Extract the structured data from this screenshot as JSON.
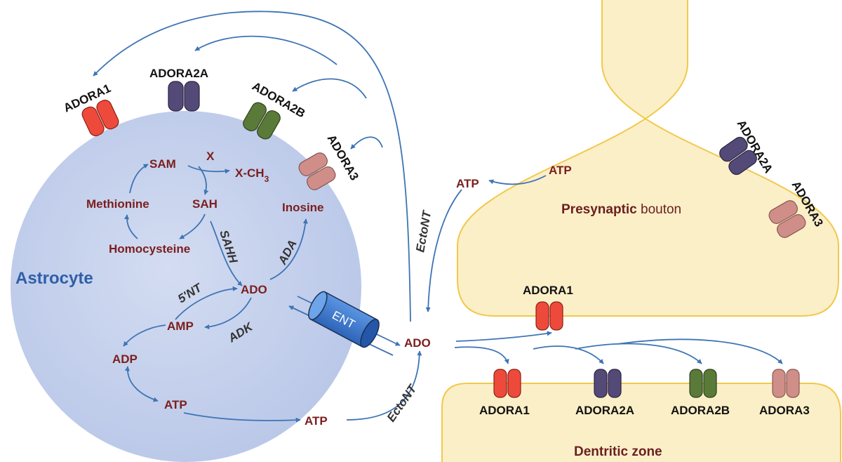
{
  "colors": {
    "astrocyte_fill": "#c5d1ec",
    "neuron_fill": "#fbefc8",
    "neuron_stroke": "#f1c94b",
    "arrow": "#3d74b5",
    "metabolite_text": "#7b1e1e",
    "astrocyte_label": "#2f5fa8",
    "adora1": "#ee4a3b",
    "adora2a": "#544a78",
    "adora2b": "#5a7a3a",
    "adora3": "#d08e88",
    "ent": "#3a78cf"
  },
  "labels": {
    "astrocyte": "Astrocyte",
    "presynaptic_strong": "Presynaptic",
    "presynaptic_rest": " bouton",
    "dendritic": "Dentritic zone"
  },
  "metabolites": {
    "sam": "SAM",
    "x": "X",
    "xch3_base": "X-CH",
    "xch3_sub": "3",
    "sah": "SAH",
    "methionine": "Methionine",
    "homocysteine": "Homocysteine",
    "inosine": "Inosine",
    "ado_astro": "ADO",
    "amp": "AMP",
    "adp": "ADP",
    "atp_astro": "ATP",
    "atp_extra": "ATP",
    "ado_extra": "ADO",
    "atp_extra_top": "ATP",
    "atp_bouton": "ATP"
  },
  "enzymes": {
    "sahh": "SAHH",
    "ada": "ADA",
    "nt5": "5'NT",
    "adk": "ADK",
    "ectont_top": "EctoNT",
    "ectont_bottom": "EctoNT",
    "ent": "ENT"
  },
  "receptors": {
    "astro_adora1": "ADORA1",
    "astro_adora2a": "ADORA2A",
    "astro_adora2b": "ADORA2B",
    "astro_adora3": "ADORA3",
    "bouton_adora2a": "ADORA2A",
    "bouton_adora3": "ADORA3",
    "bouton_adora1": "ADORA1",
    "dend_adora1": "ADORA1",
    "dend_adora2a": "ADORA2A",
    "dend_adora2b": "ADORA2B",
    "dend_adora3": "ADORA3"
  }
}
